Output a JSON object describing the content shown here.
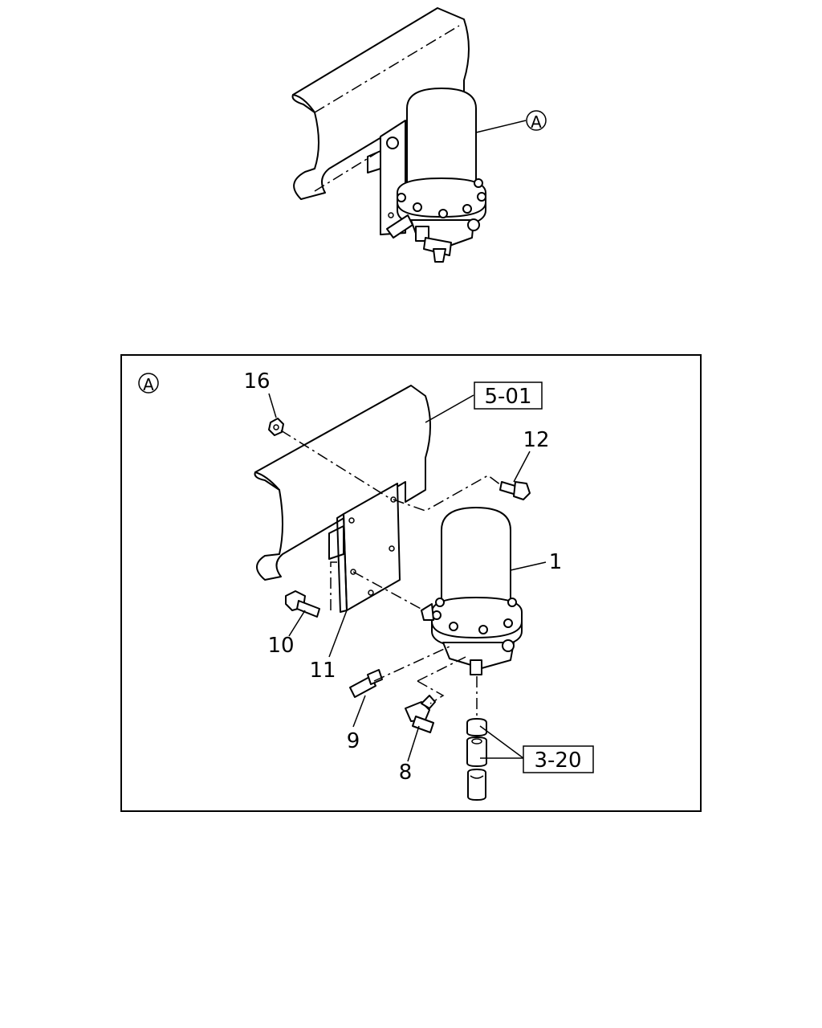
{
  "overview": {
    "callout": "A"
  },
  "detail": {
    "view_letter": "A",
    "labels": {
      "p16": "16",
      "p12": "12",
      "p1": "1",
      "p10": "10",
      "p11": "11",
      "p9": "9",
      "p8": "8"
    },
    "refs": {
      "r501": "5-01",
      "r320": "3-20"
    }
  }
}
